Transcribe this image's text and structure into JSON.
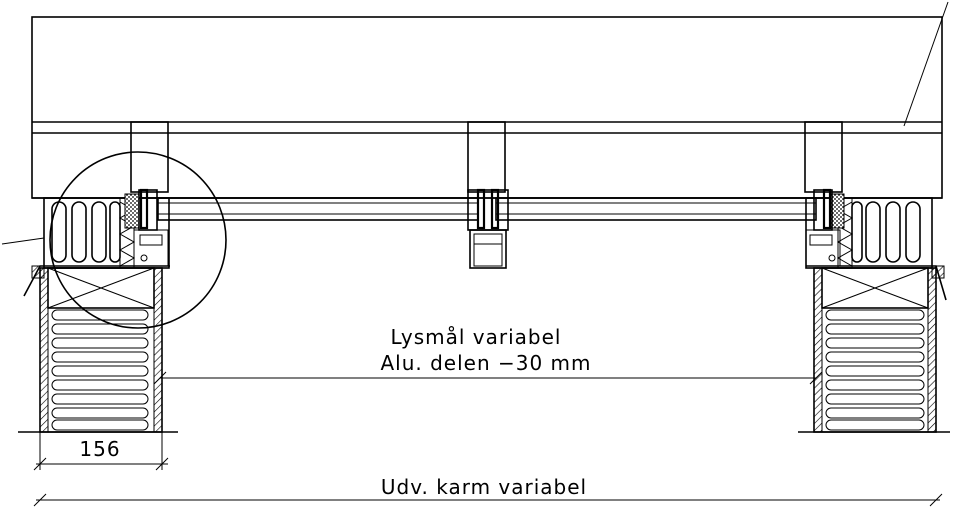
{
  "labels": {
    "lysmaal": "Lysmål variabel",
    "alu_delen": "Alu. delen −30 mm",
    "dim_156": "156",
    "udv_karm": "Udv. karm variabel"
  },
  "colors": {
    "line": "#000000",
    "background": "#ffffff"
  }
}
